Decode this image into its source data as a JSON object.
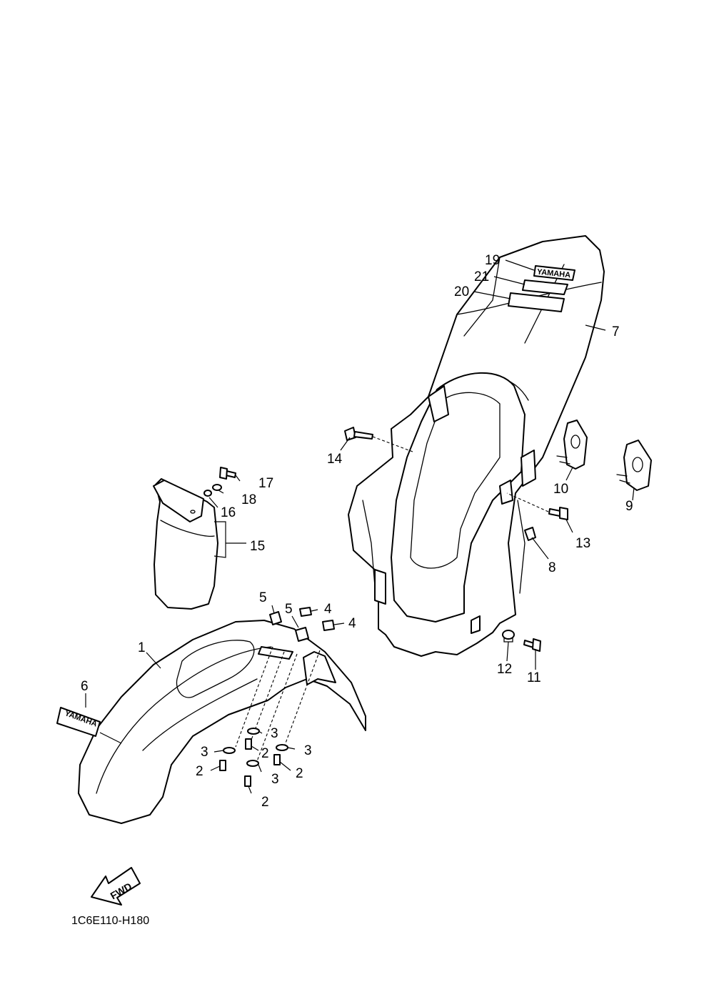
{
  "diagram": {
    "code": "1C6E110-H180",
    "fwd_label": "FWD",
    "brand_decal_text": "YAMAHA",
    "callouts": {
      "c1": "1",
      "c2a": "2",
      "c2b": "2",
      "c2c": "2",
      "c2d": "2",
      "c3a": "3",
      "c3b": "3",
      "c3c": "3",
      "c3d": "3",
      "c4a": "4",
      "c4b": "4",
      "c5a": "5",
      "c5b": "5",
      "c6": "6",
      "c7": "7",
      "c8": "8",
      "c9": "9",
      "c10": "10",
      "c11": "11",
      "c12": "12",
      "c13": "13",
      "c14": "14",
      "c15": "15",
      "c16": "16",
      "c17": "17",
      "c18": "18",
      "c19": "19",
      "c20": "20",
      "c21": "21"
    }
  }
}
